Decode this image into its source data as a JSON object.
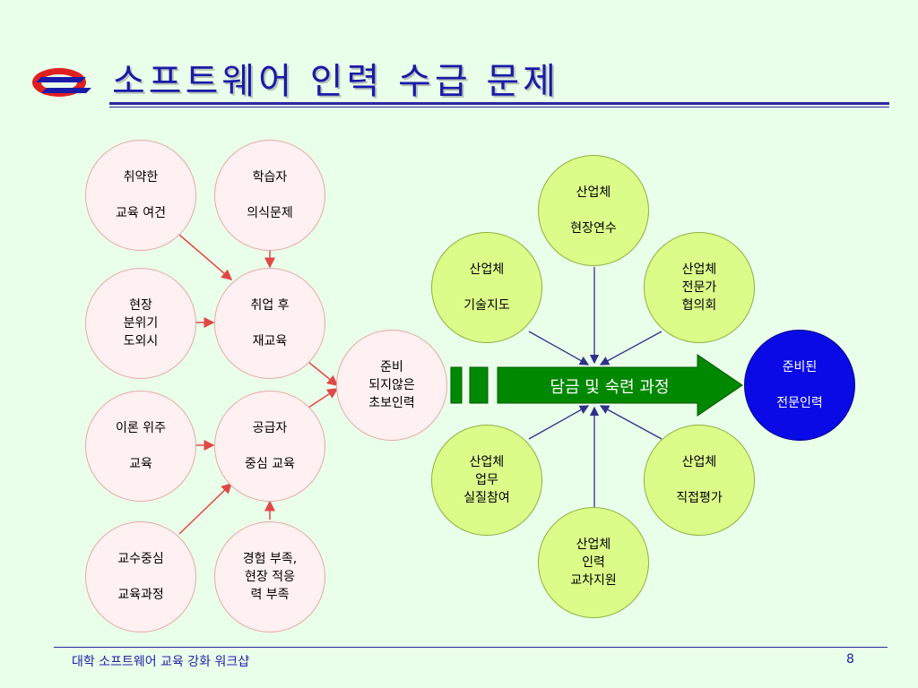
{
  "title": "소프트웨어 인력 수급 문제",
  "colors": {
    "title": "#1a1aa8",
    "pink_fill": "#fff1f1",
    "lime_fill": "#dcfc8a",
    "blue_fill": "#0a0ae6",
    "arrow": "#008800",
    "red_arrow": "#e04848"
  },
  "nodes": {
    "weak_env": [
      "취약한",
      "교육 여건"
    ],
    "learner": [
      "학습자",
      "의식문제"
    ],
    "field_ignored": [
      "현장",
      "분위기",
      "도외시"
    ],
    "retraining": [
      "취업 후",
      "재교육"
    ],
    "theory": [
      "이론 위주",
      "교육"
    ],
    "supplier": [
      "공급자",
      "중심 교육"
    ],
    "professor": [
      "교수중심",
      "교육과정"
    ],
    "lack_exp": [
      "경험 부족,",
      "현장 적응",
      "력 부족"
    ],
    "unprepared": [
      "준비",
      "되지않은",
      "초보인력"
    ],
    "ind_field": [
      "산업체",
      "현장연수"
    ],
    "ind_guide": [
      "산업체",
      "기술지도"
    ],
    "ind_assoc": [
      "산업체",
      "전문가",
      "협의회"
    ],
    "ind_work": [
      "산업체",
      "업무",
      "실질참여"
    ],
    "ind_eval": [
      "산업체",
      "직접평가"
    ],
    "ind_exchange": [
      "산업체",
      "인력",
      "교차지원"
    ],
    "prepared": [
      "준비된",
      "전문인력"
    ]
  },
  "arrow_label": "담금 및 숙련 과정",
  "footer": "대학 소프트웨어 교육 강화 워크샵",
  "page_number": "8"
}
